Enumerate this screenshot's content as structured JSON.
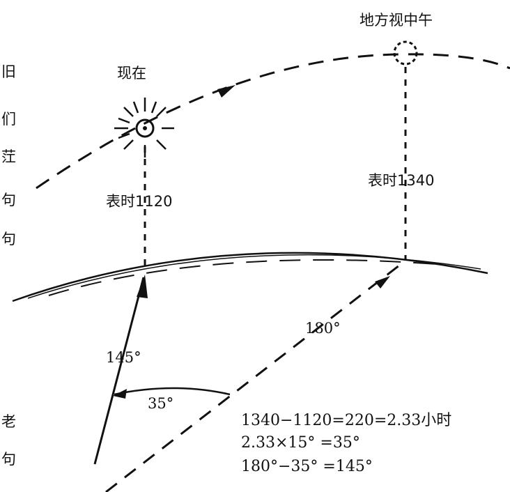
{
  "labels": {
    "now": "现在",
    "local_noon": "地方视中午",
    "watch_time_now": "表时1120",
    "watch_time_noon": "表时1340",
    "angle_180": "180°",
    "angle_145": "145°",
    "angle_35": "35°"
  },
  "formulas": [
    "1340−1120=220=2.33小时",
    "2.33×15° =35°",
    "180°−35° =145°"
  ],
  "margin_text": [
    "旧",
    "们",
    "茳",
    "句",
    "句",
    "老",
    "句"
  ]
}
